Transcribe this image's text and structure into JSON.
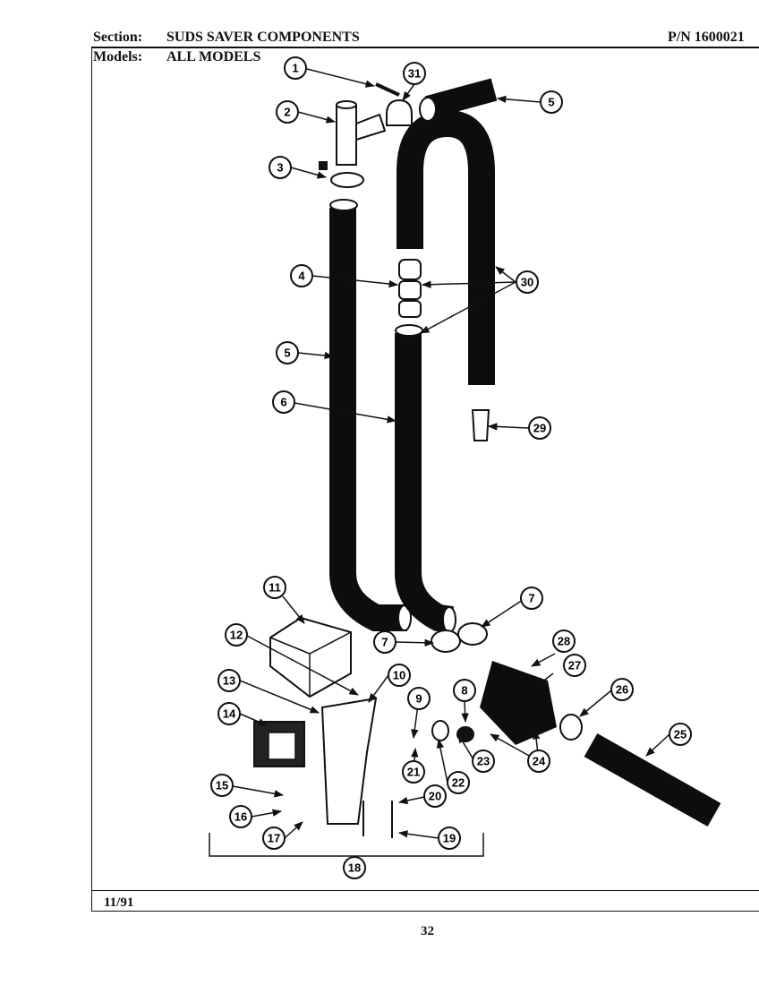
{
  "header": {
    "section_label": "Section:",
    "section_value": "SUDS SAVER COMPONENTS",
    "models_label": "Models:",
    "models_value": "ALL MODELS",
    "part_number": "P/N 1600021"
  },
  "footer": {
    "date": "11/91",
    "page_number": "32"
  },
  "callouts": [
    "1",
    "2",
    "3",
    "4",
    "5",
    "5",
    "6",
    "7",
    "7",
    "8",
    "9",
    "10",
    "11",
    "12",
    "13",
    "14",
    "15",
    "16",
    "17",
    "18",
    "19",
    "20",
    "21",
    "22",
    "23",
    "24",
    "25",
    "26",
    "27",
    "28",
    "29",
    "30",
    "31"
  ]
}
